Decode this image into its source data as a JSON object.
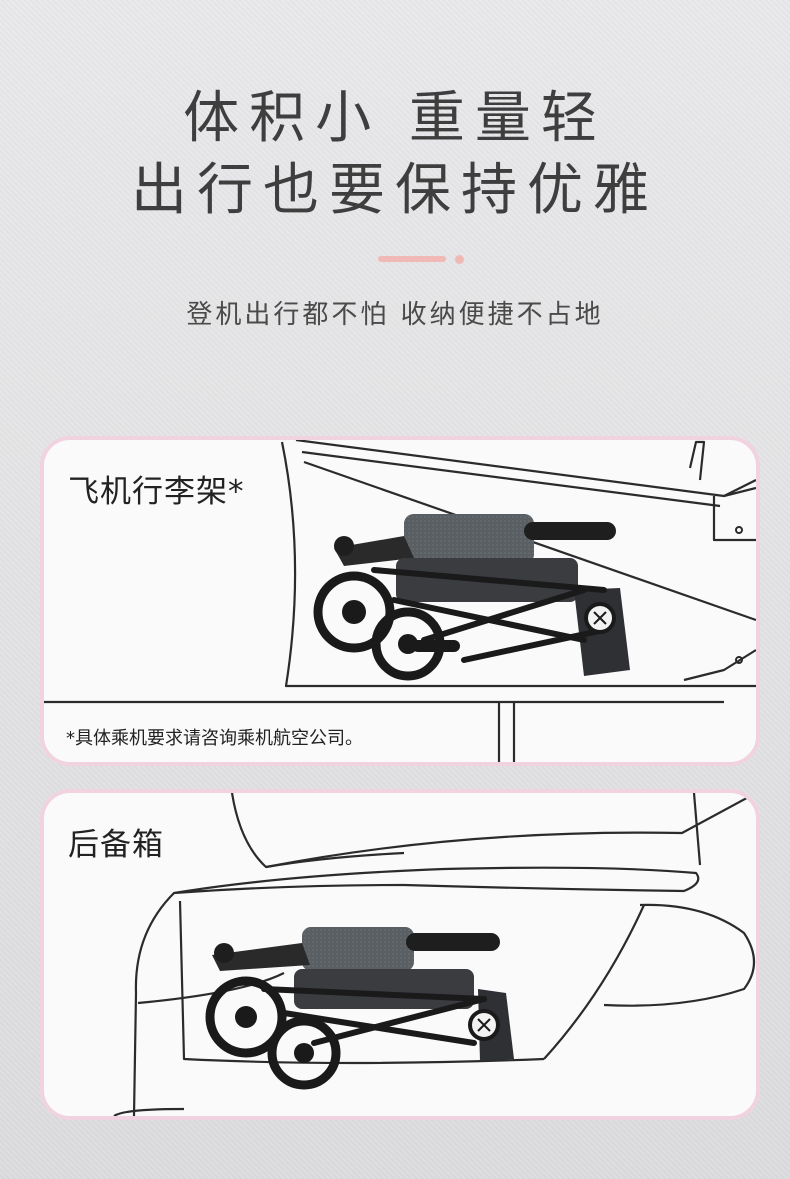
{
  "headline": {
    "line1": "体积小 重量轻",
    "line2": "出行也要保持优雅"
  },
  "subheadline": "登机出行都不怕 收纳便捷不占地",
  "accent_color": "#f0b9b5",
  "card_border_color": "#f1d3df",
  "cards": [
    {
      "label": "飞机行李架*",
      "note": "*具体乘机要求请咨询乘机航空公司。",
      "icon": "airplane-overhead-bin-stroller-illustration"
    },
    {
      "label": "后备箱",
      "icon": "car-trunk-stroller-illustration"
    }
  ]
}
